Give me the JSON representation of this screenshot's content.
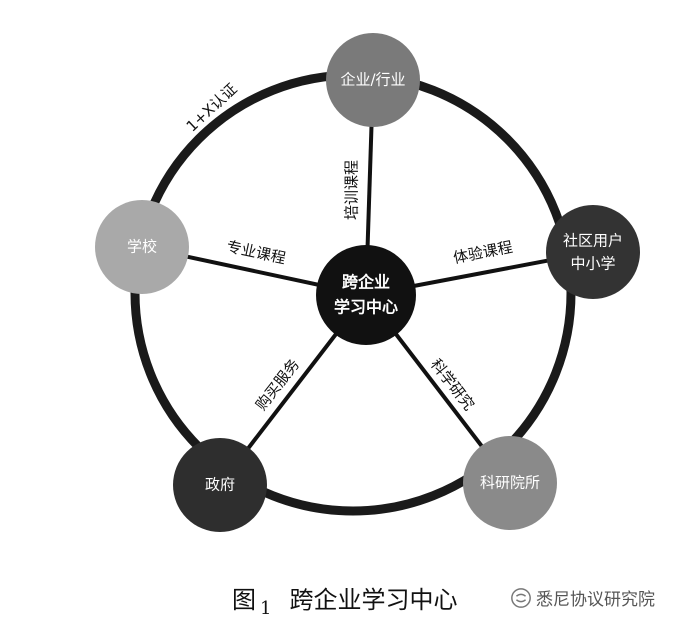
{
  "center": {
    "line1": "跨企业",
    "line2": "学习中心"
  },
  "nodes": {
    "top": "企业/行业",
    "left": "学校",
    "right_line1": "社区用户",
    "right_line2": "中小学",
    "bottom_left": "政府",
    "bottom_right": "科研院所"
  },
  "edges": {
    "top": "培训课程",
    "left": "专业课程",
    "right": "体验课程",
    "bottom_left": "购买服务",
    "bottom_right": "科学研究"
  },
  "arc_label": "1+X认证",
  "caption": {
    "label": "图",
    "number": "1",
    "title": "跨企业学习中心"
  },
  "watermark": "悉尼协议研究院",
  "colors": {
    "ring": "#1a1a1a",
    "center": "#111111",
    "top": "#7a7a7a",
    "left": "#a9a9a9",
    "right": "#333333",
    "bottom_left": "#2e2e2e",
    "bottom_right": "#8a8a8a"
  }
}
